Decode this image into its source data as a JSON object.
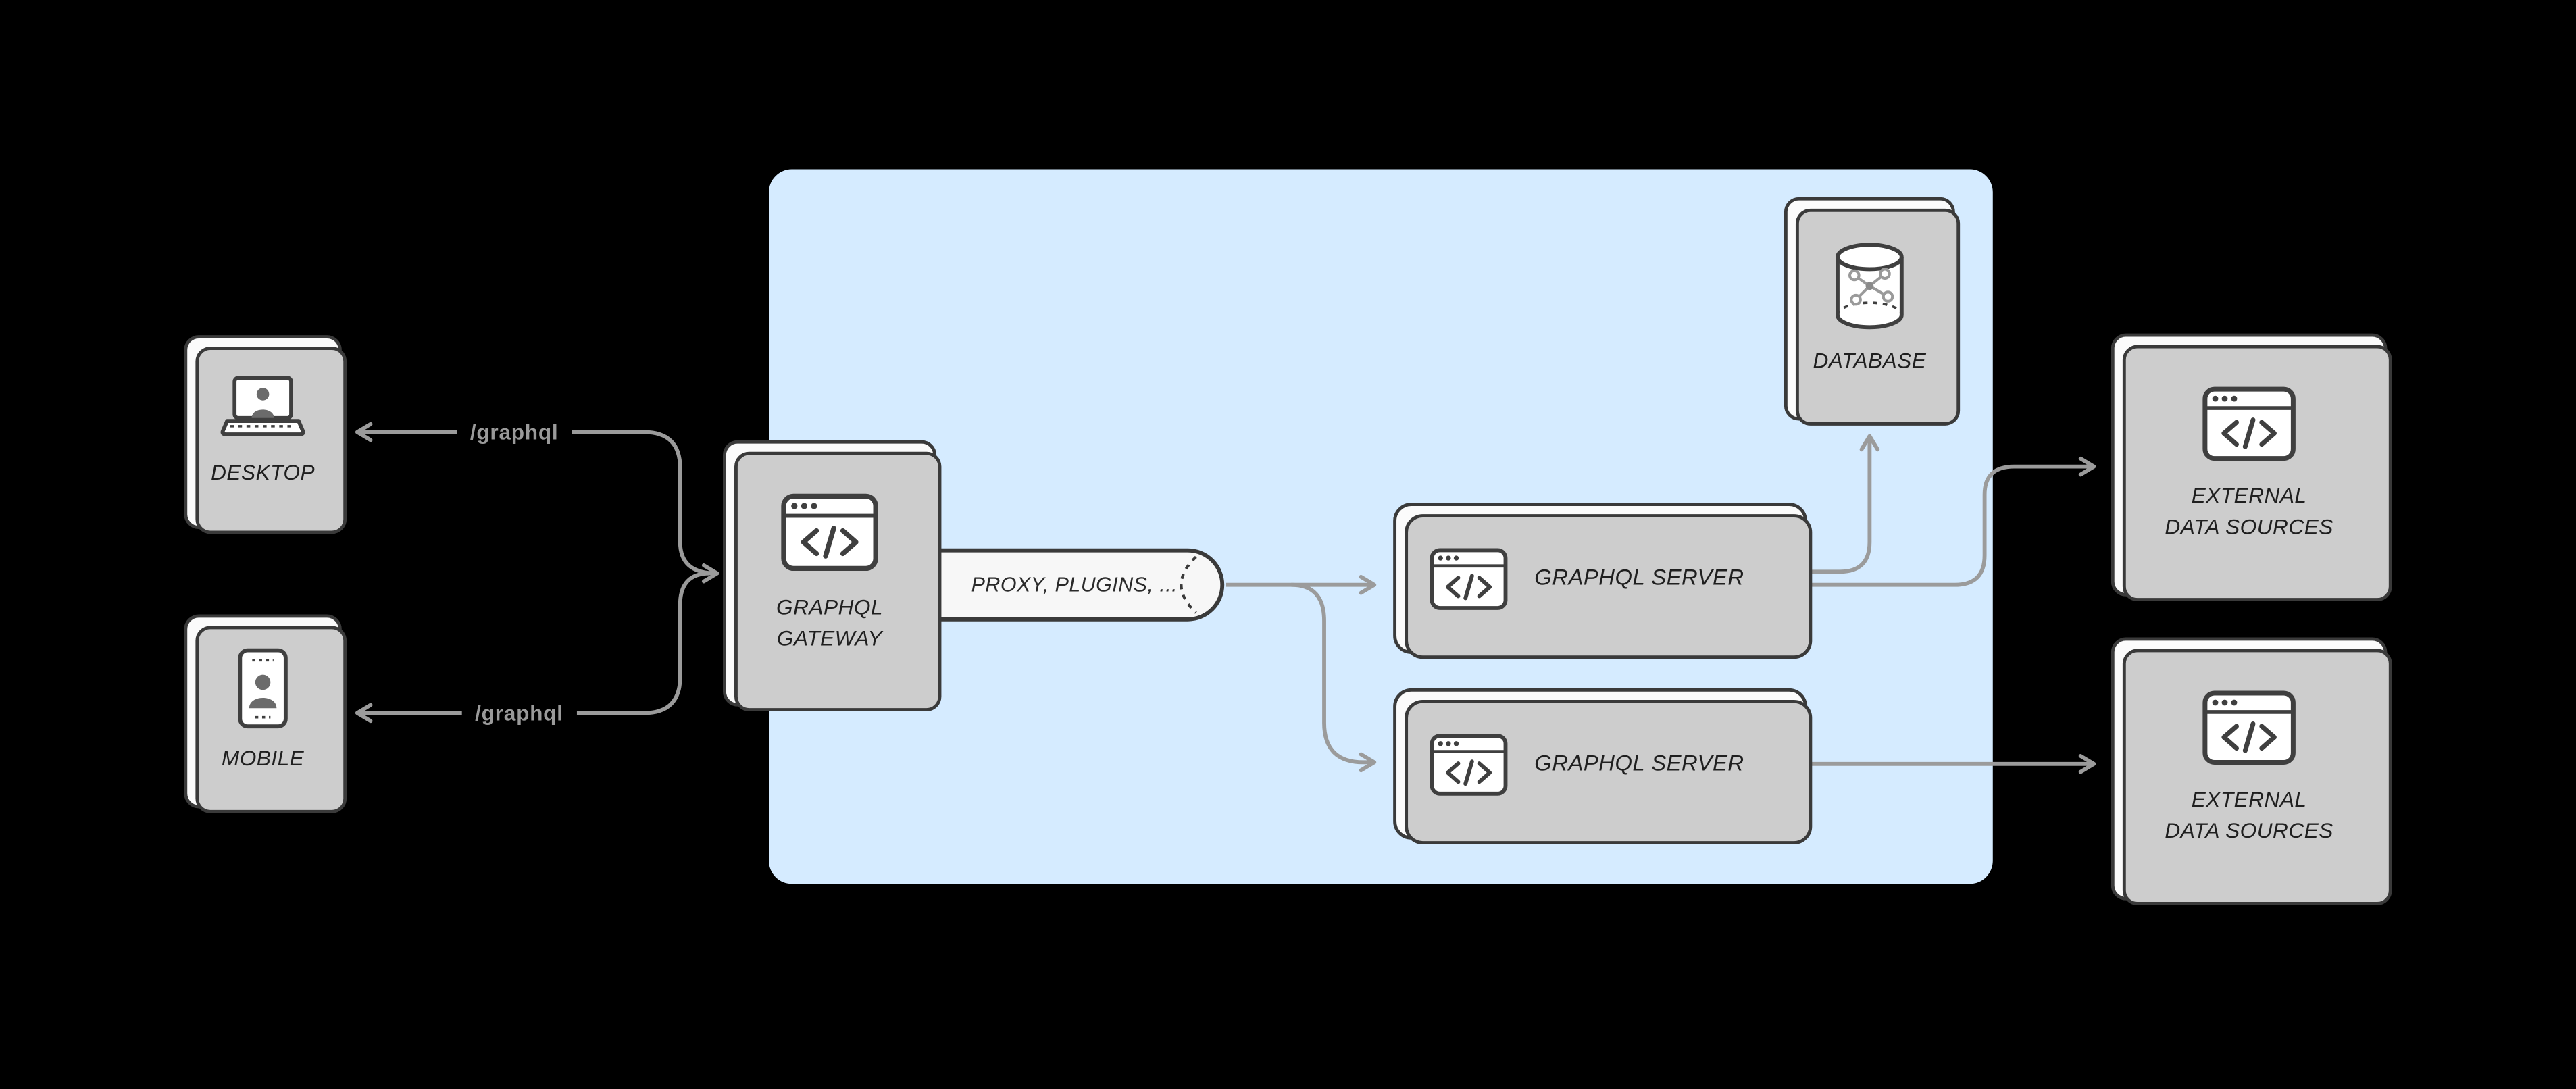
{
  "diagram": {
    "desktop": {
      "label": "DESKTOP"
    },
    "mobile": {
      "label": "MOBILE"
    },
    "gateway": {
      "label": "GRAPHQL\nGATEWAY"
    },
    "proxy": {
      "label": "PROXY, PLUGINS, ..."
    },
    "server_top": {
      "label": "GRAPHQL SERVER"
    },
    "server_bottom": {
      "label": "GRAPHQL SERVER"
    },
    "database": {
      "label": "DATABASE"
    },
    "external_top": {
      "label": "EXTERNAL\nDATA SOURCES"
    },
    "external_bottom": {
      "label": "EXTERNAL\nDATA SOURCES"
    },
    "edge_desktop": {
      "label": "/graphql"
    },
    "edge_mobile": {
      "label": "/graphql"
    },
    "colors": {
      "background": "#000000",
      "panel": "#d5ebff",
      "arrow": "#9b9b9b",
      "card_border": "#3a3a3a",
      "card_background": "#fbfbfb"
    }
  }
}
